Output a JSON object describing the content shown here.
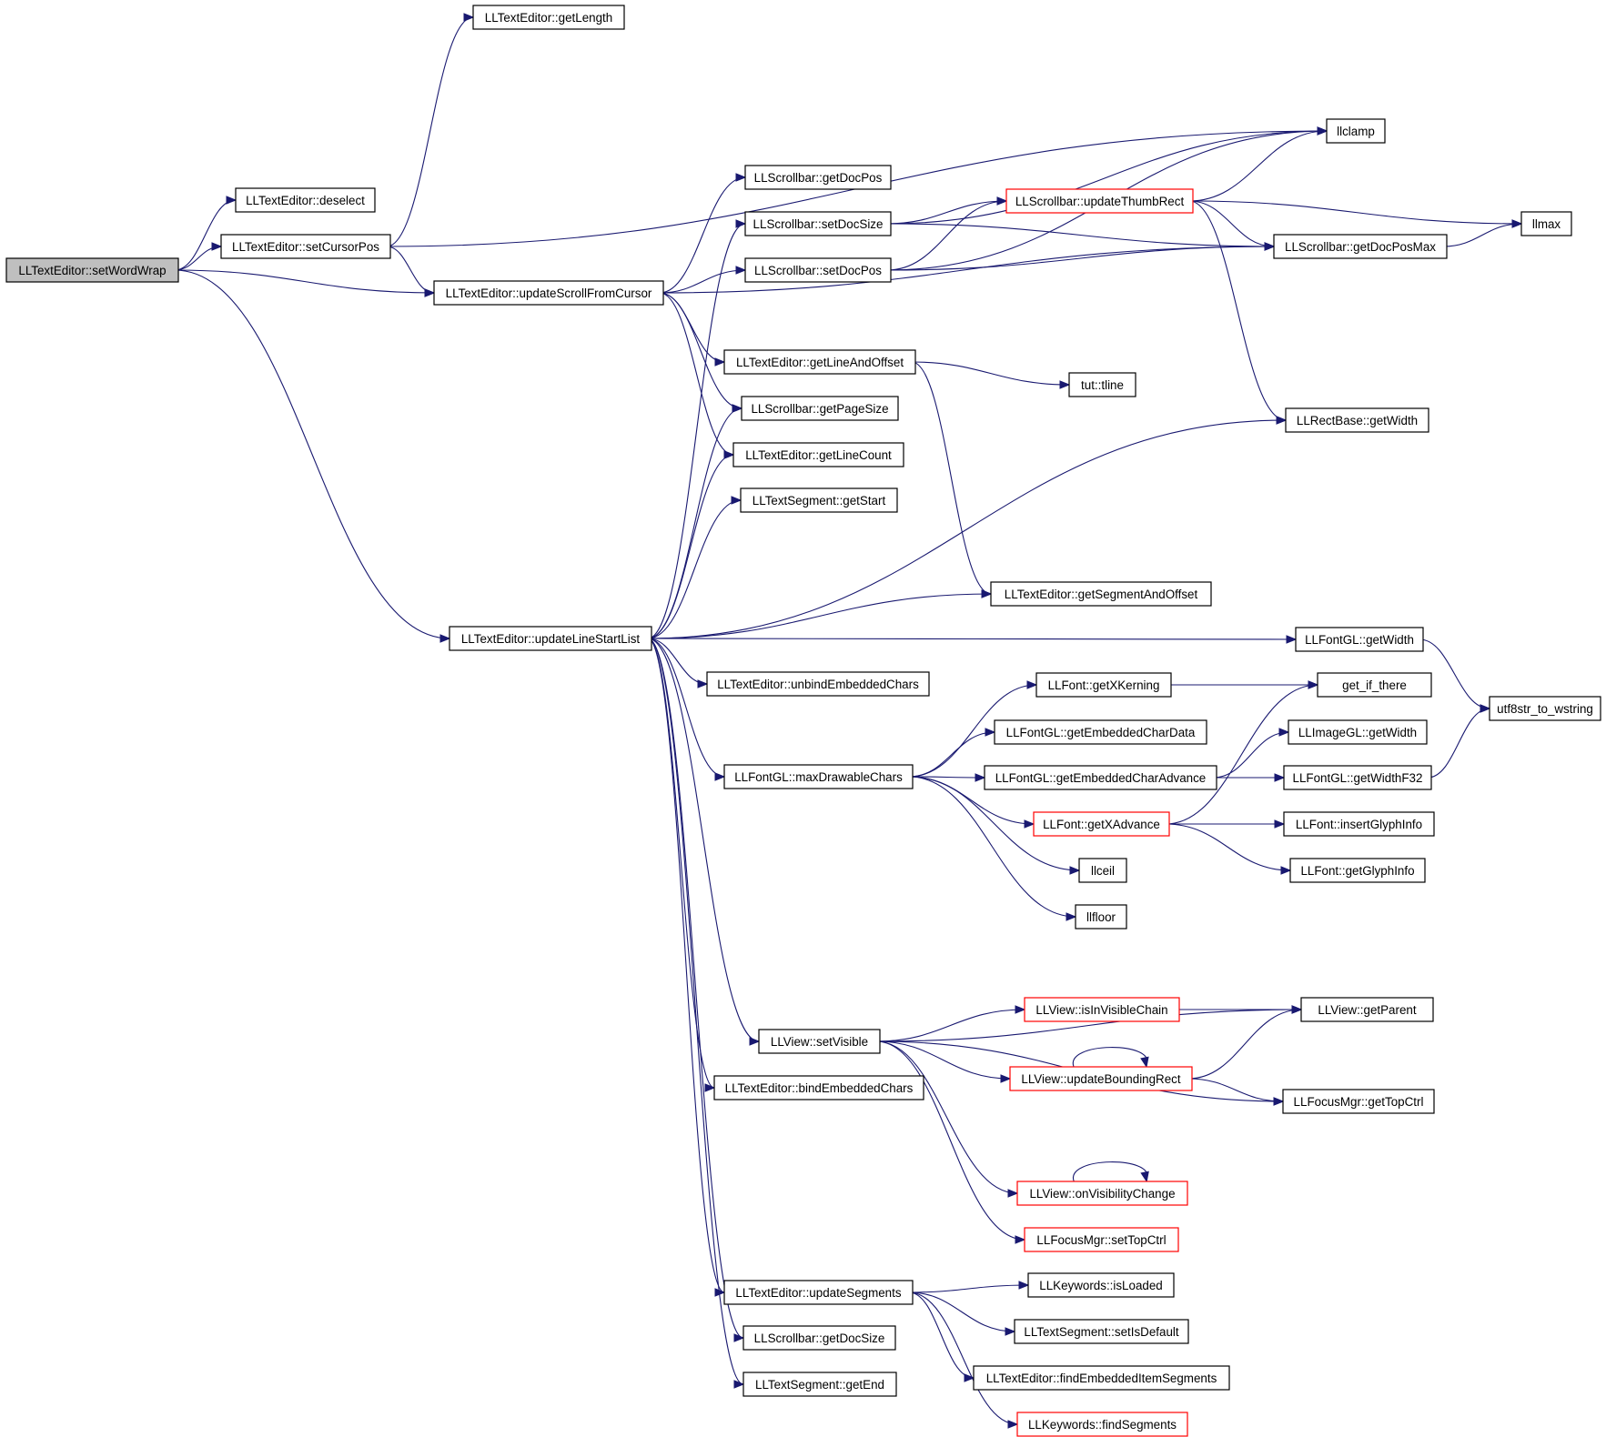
{
  "colors": {
    "background": "#ffffff",
    "edge": "#191970",
    "node_border": "#000000",
    "truncated_node_border": "#ff0000",
    "root_node_fill": "#bfbfbf"
  },
  "nodes": [
    {
      "id": "setWordWrap",
      "label": "LLTextEditor::setWordWrap",
      "root": true
    },
    {
      "id": "getLength",
      "label": "LLTextEditor::getLength"
    },
    {
      "id": "deselect",
      "label": "LLTextEditor::deselect"
    },
    {
      "id": "setCursorPos",
      "label": "LLTextEditor::setCursorPos"
    },
    {
      "id": "updateScrollFromCursor",
      "label": "LLTextEditor::updateScrollFromCursor"
    },
    {
      "id": "updateLineStartList",
      "label": "LLTextEditor::updateLineStartList"
    },
    {
      "id": "sbGetDocPos",
      "label": "LLScrollbar::getDocPos"
    },
    {
      "id": "sbSetDocSize",
      "label": "LLScrollbar::setDocSize"
    },
    {
      "id": "sbSetDocPos",
      "label": "LLScrollbar::setDocPos"
    },
    {
      "id": "getLineAndOffset",
      "label": "LLTextEditor::getLineAndOffset"
    },
    {
      "id": "sbGetPageSize",
      "label": "LLScrollbar::getPageSize"
    },
    {
      "id": "getLineCount",
      "label": "LLTextEditor::getLineCount"
    },
    {
      "id": "segGetStart",
      "label": "LLTextSegment::getStart"
    },
    {
      "id": "unbindEmbeddedChars",
      "label": "LLTextEditor::unbindEmbeddedChars"
    },
    {
      "id": "maxDrawableChars",
      "label": "LLFontGL::maxDrawableChars"
    },
    {
      "id": "setVisible",
      "label": "LLView::setVisible"
    },
    {
      "id": "bindEmbeddedChars",
      "label": "LLTextEditor::bindEmbeddedChars"
    },
    {
      "id": "updateSegments",
      "label": "LLTextEditor::updateSegments"
    },
    {
      "id": "sbGetDocSize",
      "label": "LLScrollbar::getDocSize"
    },
    {
      "id": "segGetEnd",
      "label": "LLTextSegment::getEnd"
    },
    {
      "id": "llclamp",
      "label": "llclamp"
    },
    {
      "id": "updateThumbRect",
      "label": "LLScrollbar::updateThumbRect",
      "truncated": true
    },
    {
      "id": "sbGetDocPosMax",
      "label": "LLScrollbar::getDocPosMax"
    },
    {
      "id": "llmax",
      "label": "llmax"
    },
    {
      "id": "tutTline",
      "label": "tut::tline"
    },
    {
      "id": "rectGetWidth",
      "label": "LLRectBase::getWidth"
    },
    {
      "id": "getSegmentAndOffset",
      "label": "LLTextEditor::getSegmentAndOffset"
    },
    {
      "id": "fontGLGetWidth",
      "label": "LLFontGL::getWidth"
    },
    {
      "id": "utf8str",
      "label": "utf8str_to_wstring"
    },
    {
      "id": "getXKerning",
      "label": "LLFont::getXKerning"
    },
    {
      "id": "getIfThere",
      "label": "get_if_there"
    },
    {
      "id": "getEmbeddedCharData",
      "label": "LLFontGL::getEmbeddedCharData"
    },
    {
      "id": "imageGetWidth",
      "label": "LLImageGL::getWidth"
    },
    {
      "id": "getEmbeddedCharAdvance",
      "label": "LLFontGL::getEmbeddedCharAdvance"
    },
    {
      "id": "getWidthF32",
      "label": "LLFontGL::getWidthF32"
    },
    {
      "id": "getXAdvance",
      "label": "LLFont::getXAdvance",
      "truncated": true
    },
    {
      "id": "insertGlyphInfo",
      "label": "LLFont::insertGlyphInfo"
    },
    {
      "id": "getGlyphInfo",
      "label": "LLFont::getGlyphInfo"
    },
    {
      "id": "llceil",
      "label": "llceil"
    },
    {
      "id": "llfloor",
      "label": "llfloor"
    },
    {
      "id": "getParent",
      "label": "LLView::getParent"
    },
    {
      "id": "isInVisibleChain",
      "label": "LLView::isInVisibleChain",
      "truncated": true
    },
    {
      "id": "updateBoundingRect",
      "label": "LLView::updateBoundingRect",
      "truncated": true
    },
    {
      "id": "getTopCtrl",
      "label": "LLFocusMgr::getTopCtrl"
    },
    {
      "id": "onVisibilityChange",
      "label": "LLView::onVisibilityChange",
      "truncated": true
    },
    {
      "id": "setTopCtrl",
      "label": "LLFocusMgr::setTopCtrl",
      "truncated": true
    },
    {
      "id": "isLoaded",
      "label": "LLKeywords::isLoaded"
    },
    {
      "id": "setIsDefault",
      "label": "LLTextSegment::setIsDefault"
    },
    {
      "id": "findEmbeddedItemSegments",
      "label": "LLTextEditor::findEmbeddedItemSegments"
    },
    {
      "id": "findSegments",
      "label": "LLKeywords::findSegments",
      "truncated": true
    }
  ],
  "edges": [
    {
      "from": "setWordWrap",
      "to": "deselect"
    },
    {
      "from": "setWordWrap",
      "to": "setCursorPos"
    },
    {
      "from": "setWordWrap",
      "to": "updateScrollFromCursor"
    },
    {
      "from": "setWordWrap",
      "to": "updateLineStartList"
    },
    {
      "from": "setCursorPos",
      "to": "getLength"
    },
    {
      "from": "setCursorPos",
      "to": "llclamp"
    },
    {
      "from": "setCursorPos",
      "to": "updateScrollFromCursor"
    },
    {
      "from": "updateScrollFromCursor",
      "to": "sbGetDocPos"
    },
    {
      "from": "updateScrollFromCursor",
      "to": "sbSetDocPos"
    },
    {
      "from": "updateScrollFromCursor",
      "to": "sbGetDocPosMax"
    },
    {
      "from": "updateScrollFromCursor",
      "to": "getLineAndOffset"
    },
    {
      "from": "updateScrollFromCursor",
      "to": "sbGetPageSize"
    },
    {
      "from": "updateScrollFromCursor",
      "to": "getLineCount"
    },
    {
      "from": "sbSetDocSize",
      "to": "llclamp"
    },
    {
      "from": "sbSetDocSize",
      "to": "updateThumbRect"
    },
    {
      "from": "sbSetDocSize",
      "to": "sbGetDocPosMax"
    },
    {
      "from": "sbSetDocPos",
      "to": "llclamp"
    },
    {
      "from": "sbSetDocPos",
      "to": "updateThumbRect"
    },
    {
      "from": "sbSetDocPos",
      "to": "sbGetDocPosMax"
    },
    {
      "from": "updateThumbRect",
      "to": "llclamp"
    },
    {
      "from": "updateThumbRect",
      "to": "llmax"
    },
    {
      "from": "updateThumbRect",
      "to": "sbGetDocPosMax"
    },
    {
      "from": "updateThumbRect",
      "to": "rectGetWidth"
    },
    {
      "from": "sbGetDocPosMax",
      "to": "llmax"
    },
    {
      "from": "getLineAndOffset",
      "to": "tutTline"
    },
    {
      "from": "getLineAndOffset",
      "to": "getSegmentAndOffset"
    },
    {
      "from": "updateLineStartList",
      "to": "sbSetDocSize"
    },
    {
      "from": "updateLineStartList",
      "to": "sbGetPageSize"
    },
    {
      "from": "updateLineStartList",
      "to": "getLineCount"
    },
    {
      "from": "updateLineStartList",
      "to": "segGetStart"
    },
    {
      "from": "updateLineStartList",
      "to": "rectGetWidth"
    },
    {
      "from": "updateLineStartList",
      "to": "getSegmentAndOffset"
    },
    {
      "from": "updateLineStartList",
      "to": "fontGLGetWidth"
    },
    {
      "from": "updateLineStartList",
      "to": "unbindEmbeddedChars"
    },
    {
      "from": "updateLineStartList",
      "to": "maxDrawableChars"
    },
    {
      "from": "updateLineStartList",
      "to": "setVisible"
    },
    {
      "from": "updateLineStartList",
      "to": "bindEmbeddedChars"
    },
    {
      "from": "updateLineStartList",
      "to": "updateSegments"
    },
    {
      "from": "updateLineStartList",
      "to": "sbGetDocSize"
    },
    {
      "from": "updateLineStartList",
      "to": "segGetEnd"
    },
    {
      "from": "fontGLGetWidth",
      "to": "utf8str"
    },
    {
      "from": "maxDrawableChars",
      "to": "getXKerning"
    },
    {
      "from": "maxDrawableChars",
      "to": "getEmbeddedCharData"
    },
    {
      "from": "maxDrawableChars",
      "to": "getEmbeddedCharAdvance"
    },
    {
      "from": "maxDrawableChars",
      "to": "getXAdvance"
    },
    {
      "from": "maxDrawableChars",
      "to": "llceil"
    },
    {
      "from": "maxDrawableChars",
      "to": "llfloor"
    },
    {
      "from": "getXKerning",
      "to": "getIfThere"
    },
    {
      "from": "getEmbeddedCharAdvance",
      "to": "imageGetWidth"
    },
    {
      "from": "getEmbeddedCharAdvance",
      "to": "getWidthF32"
    },
    {
      "from": "getWidthF32",
      "to": "utf8str"
    },
    {
      "from": "getXAdvance",
      "to": "getIfThere"
    },
    {
      "from": "getXAdvance",
      "to": "insertGlyphInfo"
    },
    {
      "from": "getXAdvance",
      "to": "getGlyphInfo"
    },
    {
      "from": "setVisible",
      "to": "getParent"
    },
    {
      "from": "setVisible",
      "to": "isInVisibleChain"
    },
    {
      "from": "setVisible",
      "to": "updateBoundingRect"
    },
    {
      "from": "setVisible",
      "to": "getTopCtrl"
    },
    {
      "from": "setVisible",
      "to": "onVisibilityChange"
    },
    {
      "from": "setVisible",
      "to": "setTopCtrl"
    },
    {
      "from": "isInVisibleChain",
      "to": "getParent"
    },
    {
      "from": "updateBoundingRect",
      "to": "updateBoundingRect"
    },
    {
      "from": "updateBoundingRect",
      "to": "getParent"
    },
    {
      "from": "updateBoundingRect",
      "to": "getTopCtrl"
    },
    {
      "from": "onVisibilityChange",
      "to": "onVisibilityChange"
    },
    {
      "from": "updateSegments",
      "to": "isLoaded"
    },
    {
      "from": "updateSegments",
      "to": "setIsDefault"
    },
    {
      "from": "updateSegments",
      "to": "findEmbeddedItemSegments"
    },
    {
      "from": "updateSegments",
      "to": "findSegments"
    }
  ]
}
